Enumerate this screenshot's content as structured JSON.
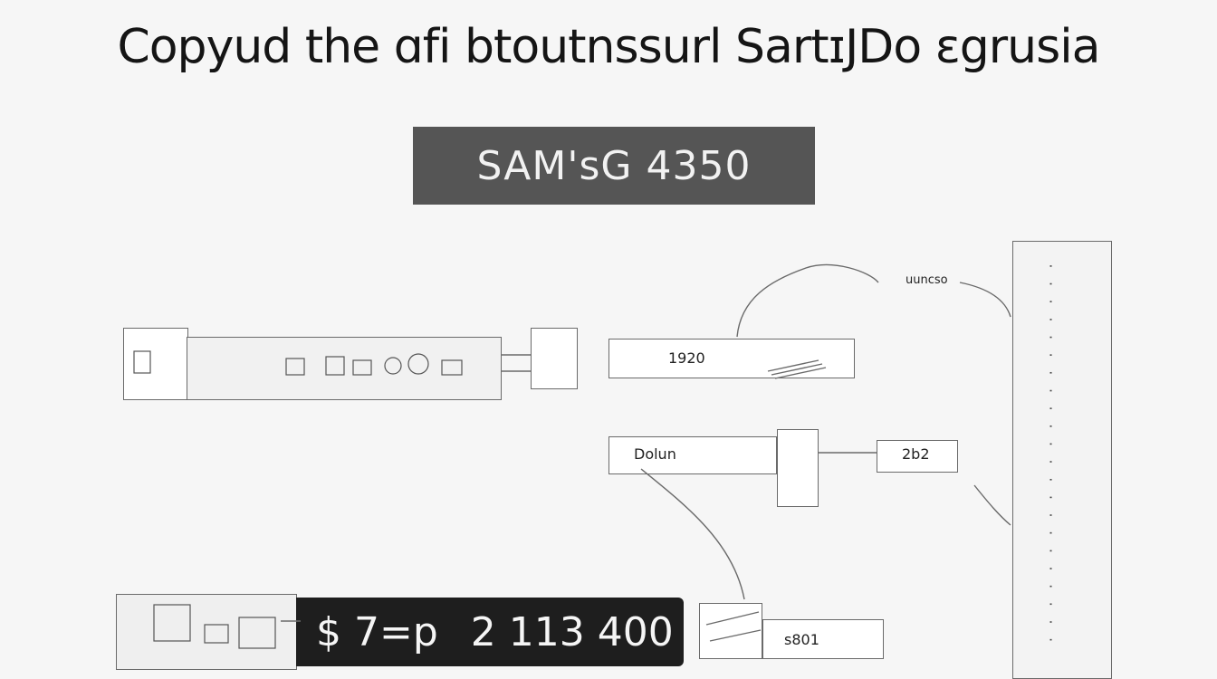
{
  "title": "Cᴏpyud the ɑfi btoutnssurl SartɪJDo ɛgrusia",
  "banner_text": "SAM'sG 4350",
  "price_banner": {
    "prefix": "$ 7=p",
    "amount": "2 113 400"
  },
  "labels": {
    "top_right_tag": "uuncso",
    "mid_box": "1920",
    "left_box": "Dolun",
    "right_box": "2b2",
    "bottom_box": "s801"
  },
  "colors": {
    "banner_bg": "#555555",
    "price_banner_bg": "#1e1e1e",
    "background": "#f6f6f6",
    "line": "#6a6a6a"
  }
}
